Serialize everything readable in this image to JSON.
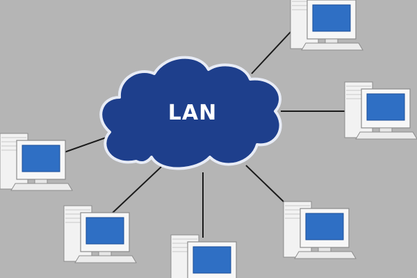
{
  "network": {
    "label": "LAN",
    "colors": {
      "background": "#b5b5b5",
      "cloud_fill": "#1e3f8c",
      "cloud_outline": "#e8ecf6",
      "link_line": "#1a1a1a",
      "tower": "#f2f2f2",
      "monitor_frame": "#f7f7f7",
      "screen": "#2f6fc4"
    },
    "nodes": [
      {
        "name": "computer-top-right"
      },
      {
        "name": "computer-right"
      },
      {
        "name": "computer-left"
      },
      {
        "name": "computer-bottom-left"
      },
      {
        "name": "computer-bottom-center"
      },
      {
        "name": "computer-bottom-right"
      }
    ]
  }
}
